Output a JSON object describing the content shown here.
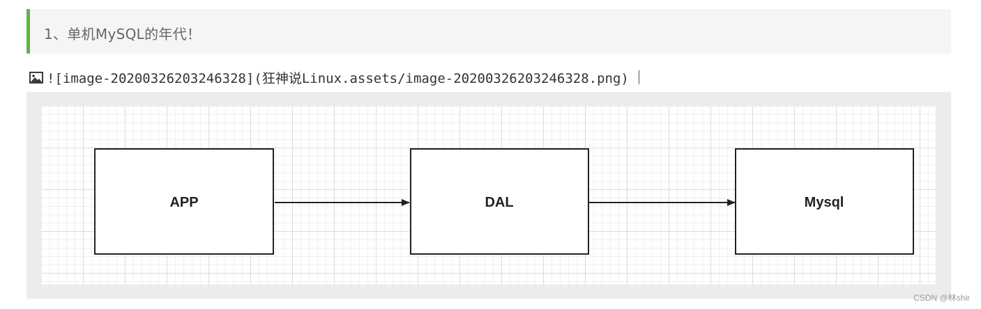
{
  "heading": {
    "text": "1、单机MySQL的年代！"
  },
  "markdown_line": {
    "icon": "image-icon",
    "text": "![image-20200326203246328](狂神说Linux.assets/image-20200326203246328.png)"
  },
  "diagram": {
    "nodes": [
      {
        "id": "app",
        "label": "APP"
      },
      {
        "id": "dal",
        "label": "DAL"
      },
      {
        "id": "mysql",
        "label": "Mysql"
      }
    ],
    "edges": [
      {
        "from": "app",
        "to": "dal"
      },
      {
        "from": "dal",
        "to": "mysql"
      }
    ]
  },
  "watermark": {
    "text": "CSDN @林shir"
  },
  "colors": {
    "accent_bar": "#5bb646",
    "heading_bg": "#f5f5f5",
    "frame_bg": "#ececec"
  }
}
